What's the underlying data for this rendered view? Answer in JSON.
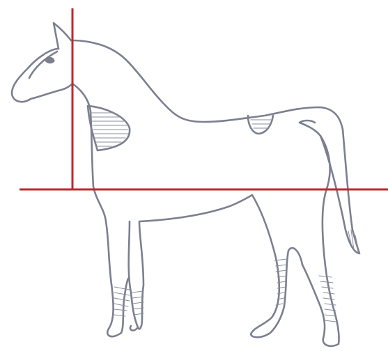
{
  "figure": {
    "subject": "horse-line-drawing",
    "outline_color": "#7b7f8f",
    "shade_color": "#8a8e9c",
    "guide_line_color": "#c0272d",
    "hatched_regions": [
      "shoulder-patch",
      "back-patch",
      "front-leg-wraps",
      "hind-leg-wraps"
    ],
    "guide_lines": [
      "vertical-line",
      "horizontal-line"
    ]
  }
}
